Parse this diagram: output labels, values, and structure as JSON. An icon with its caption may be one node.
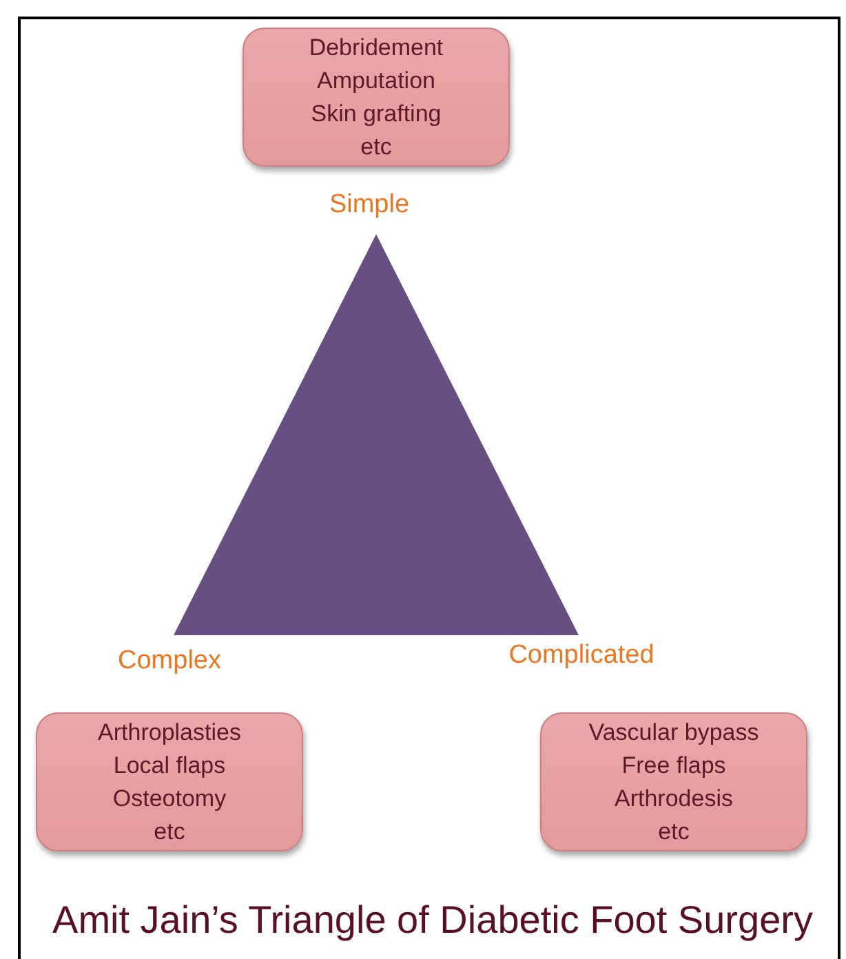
{
  "diagram": {
    "caption": "Amit Jain’s Triangle of Diabetic Foot Surgery",
    "nodes": [
      {
        "text": [
          "Debridement",
          "Amputation",
          "Skin grafting",
          "etc"
        ]
      },
      {
        "text": [],
        "shape": "triangle"
      },
      {
        "text": [
          "Arthroplasties",
          "Local flaps",
          "Osteotomy",
          "etc"
        ]
      },
      {
        "text": [
          "Vascular bypass",
          "Free flaps",
          "Arthrodesis",
          "etc"
        ]
      }
    ],
    "labels": [
      "Simple",
      "Complex",
      "Complicated"
    ]
  }
}
